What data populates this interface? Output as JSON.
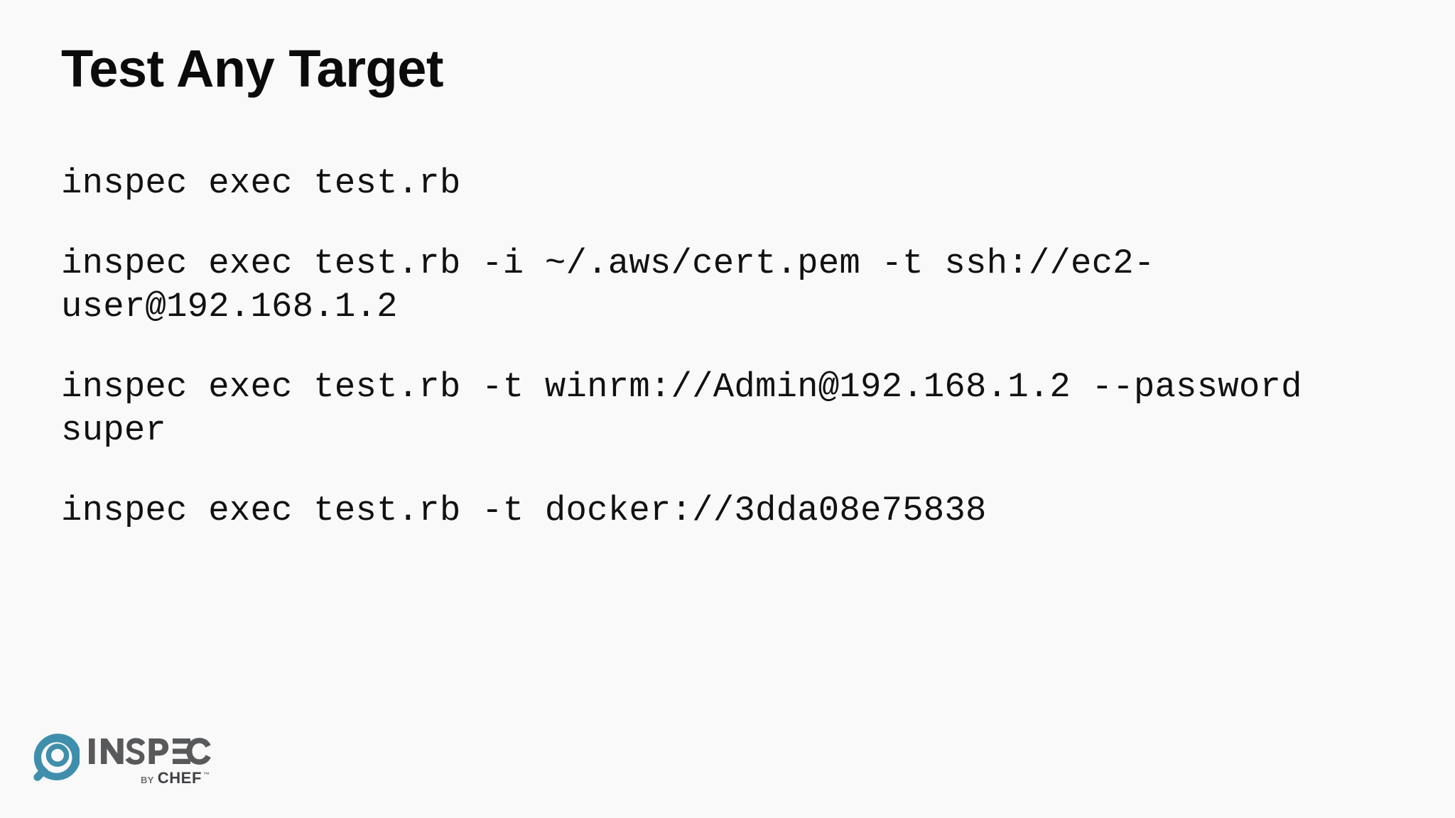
{
  "slide": {
    "title": "Test Any Target",
    "background_color": "#f9f9f9",
    "text_color": "#111111"
  },
  "commands": [
    {
      "id": "local",
      "text": "inspec exec test.rb"
    },
    {
      "id": "ssh",
      "text": "inspec exec test.rb -i ~/.aws/cert.pem -t ssh://ec2-user@192.168.1.2"
    },
    {
      "id": "winrm",
      "text": "inspec exec test.rb -t winrm://Admin@192.168.1.2 --password super"
    },
    {
      "id": "docker",
      "text": "inspec exec test.rb -t docker://3dda08e75838"
    }
  ],
  "logo": {
    "mark_icon": "inspec-magnifier-icon",
    "mark_color": "#3f8fac",
    "wordmark": "INSPEC",
    "wordmark_color": "#58595b",
    "by_label": "BY",
    "brand": "CHEF",
    "trademark": "™"
  }
}
